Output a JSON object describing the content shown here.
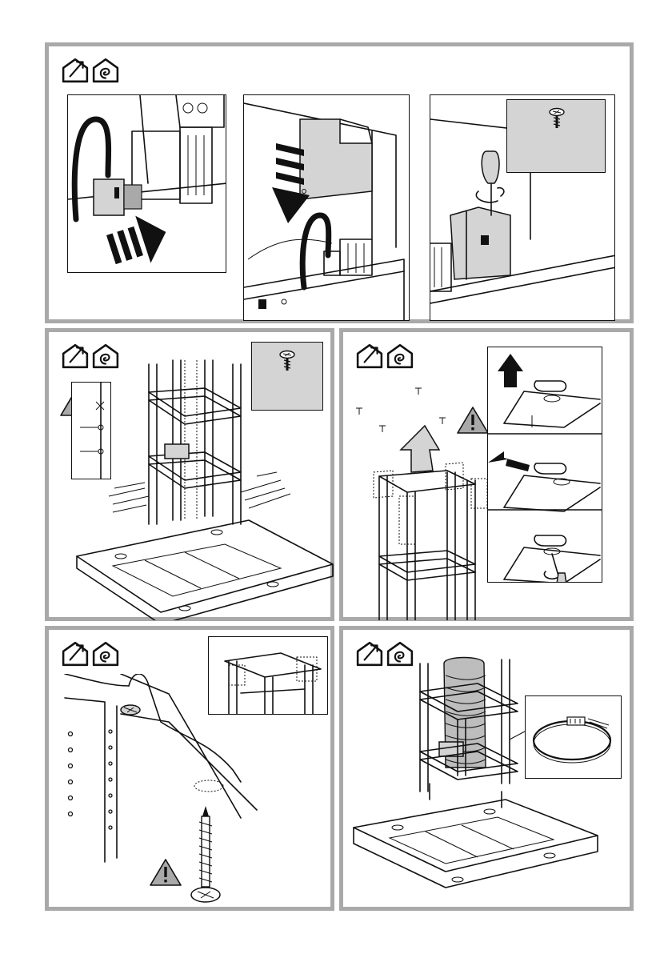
{
  "panels": [
    {
      "id": "connect-and-cover",
      "icons": [
        "ducted-house-icon",
        "recirculation-house-icon"
      ]
    },
    {
      "id": "chimney-frame-mounting",
      "icons": [
        "ducted-house-icon",
        "recirculation-house-icon"
      ]
    },
    {
      "id": "ceiling-fixing",
      "icons": [
        "ducted-house-icon",
        "recirculation-house-icon"
      ]
    },
    {
      "id": "ceiling-screw-detail",
      "icons": [
        "ducted-house-icon",
        "recirculation-house-icon"
      ]
    },
    {
      "id": "duct-and-clamp",
      "icons": [
        "ducted-house-icon",
        "recirculation-house-icon"
      ]
    }
  ],
  "colors": {
    "panel_border": "#a9a9a9",
    "inset_fill": "#d4d4d4",
    "line": "#111111"
  },
  "warning_icon": "warning-triangle-icon",
  "screw_icon": "screw-icon"
}
